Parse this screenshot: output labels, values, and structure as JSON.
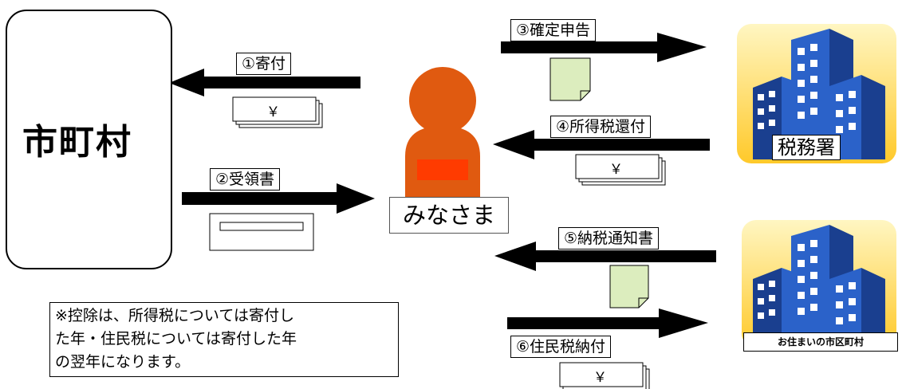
{
  "municipality": {
    "label": "市町村"
  },
  "person": {
    "label": "みなさま"
  },
  "tax_office": {
    "label": "税務署"
  },
  "residence_city": {
    "label": "お住まいの市区町村"
  },
  "steps": [
    {
      "label": "①寄付"
    },
    {
      "label": "②受領書"
    },
    {
      "label": "③確定申告"
    },
    {
      "label": "④所得税還付"
    },
    {
      "label": "⑤納税通知書"
    },
    {
      "label": "⑥住民税納付"
    }
  ],
  "currency_symbol": "￥",
  "note": {
    "lines": [
      "※控除は、所得税については寄付し",
      "た年・住民税については寄付した年",
      "の翌年になります。"
    ]
  },
  "colors": {
    "person": "#e05a10",
    "person_band": "#ff3b00",
    "document": "#e0efc4",
    "building_main": "#2b62c9",
    "building_dark": "#1a3f8f",
    "building_window": "#ffffff",
    "sky_gradient_top": "#fff2a8",
    "sky_gradient_bottom": "#ffd23a"
  }
}
